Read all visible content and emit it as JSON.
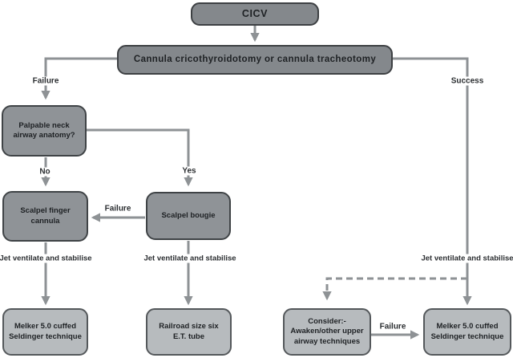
{
  "diagram": {
    "type": "flowchart",
    "topic": "CICV emergency surgical airway algorithm"
  },
  "colors": {
    "background": "#ffffff",
    "box_dark_fill": "#84888c",
    "box_mid_fill": "#8f9397",
    "box_light_fill": "#b7bbbe",
    "box_border": "#3d4043",
    "connector_gray": "#8e9295",
    "text_dark": "#1e2124"
  },
  "nodes": {
    "cicv": {
      "label": "CICV"
    },
    "cannula": {
      "label": "Cannula cricothyroidotomy or cannula tracheotomy"
    },
    "palpable": {
      "label": "Palpable neck\nairway anatomy?"
    },
    "scalpel_finger": {
      "label": "Scalpel finger\ncannula"
    },
    "scalpel_bougie": {
      "label": "Scalpel bougie"
    },
    "melker_left": {
      "label": "Melker 5.0 cuffed\nSeldinger technique"
    },
    "railroad": {
      "label": "Railroad size six\nE.T. tube"
    },
    "consider": {
      "label": "Consider:-\nAwaken/other upper\nairway techniques"
    },
    "melker_right": {
      "label": "Melker 5.0 cuffed\nSeldinger technique"
    }
  },
  "edge_labels": {
    "failure_top_left": "Failure",
    "success": "Success",
    "no": "No",
    "yes": "Yes",
    "failure_bougie": "Failure",
    "jet_left": "Jet ventilate and stabilise",
    "jet_middle": "Jet ventilate and stabilise",
    "jet_right": "Jet ventilate and stabilise",
    "failure_consider": "Failure"
  },
  "edges": [
    {
      "from": "cicv",
      "to": "cannula",
      "label": ""
    },
    {
      "from": "cannula",
      "to": "palpable",
      "label": "Failure"
    },
    {
      "from": "cannula",
      "to": "melker_right",
      "label": "Success / Jet ventilate and stabilise"
    },
    {
      "from": "palpable",
      "to": "scalpel_finger",
      "label": "No"
    },
    {
      "from": "palpable",
      "to": "scalpel_bougie",
      "label": "Yes"
    },
    {
      "from": "scalpel_bougie",
      "to": "scalpel_finger",
      "label": "Failure"
    },
    {
      "from": "scalpel_finger",
      "to": "melker_left",
      "label": "Jet ventilate and stabilise"
    },
    {
      "from": "scalpel_bougie",
      "to": "railroad",
      "label": "Jet ventilate and stabilise"
    },
    {
      "from": "cannula_success_line",
      "to": "consider",
      "label": "",
      "style": "dashed"
    },
    {
      "from": "consider",
      "to": "melker_right",
      "label": "Failure"
    }
  ]
}
